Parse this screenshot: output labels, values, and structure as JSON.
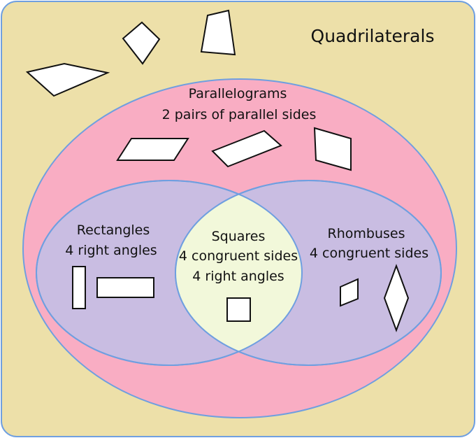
{
  "title": "Quadrilaterals",
  "sets": {
    "parallelograms": {
      "name": "Parallelograms",
      "property": "2 pairs of parallel sides"
    },
    "rectangles": {
      "name": "Rectangles",
      "property": "4 right angles"
    },
    "squares": {
      "name": "Squares",
      "property_1": "4 congruent sides",
      "property_2": "4 right angles"
    },
    "rhombuses": {
      "name": "Rhombuses",
      "property": "4 congruent sides"
    }
  },
  "colors": {
    "quadrilaterals_fill": "#ede0a9",
    "parallelograms_fill": "#f9adc3",
    "rectangles_fill": "#c9bde2",
    "rhombuses_fill": "#c9bde2",
    "squares_fill": "#f2f8da",
    "outline": "#6f9fe0",
    "shape_fill": "#ffffff",
    "shape_stroke": "#111111"
  }
}
